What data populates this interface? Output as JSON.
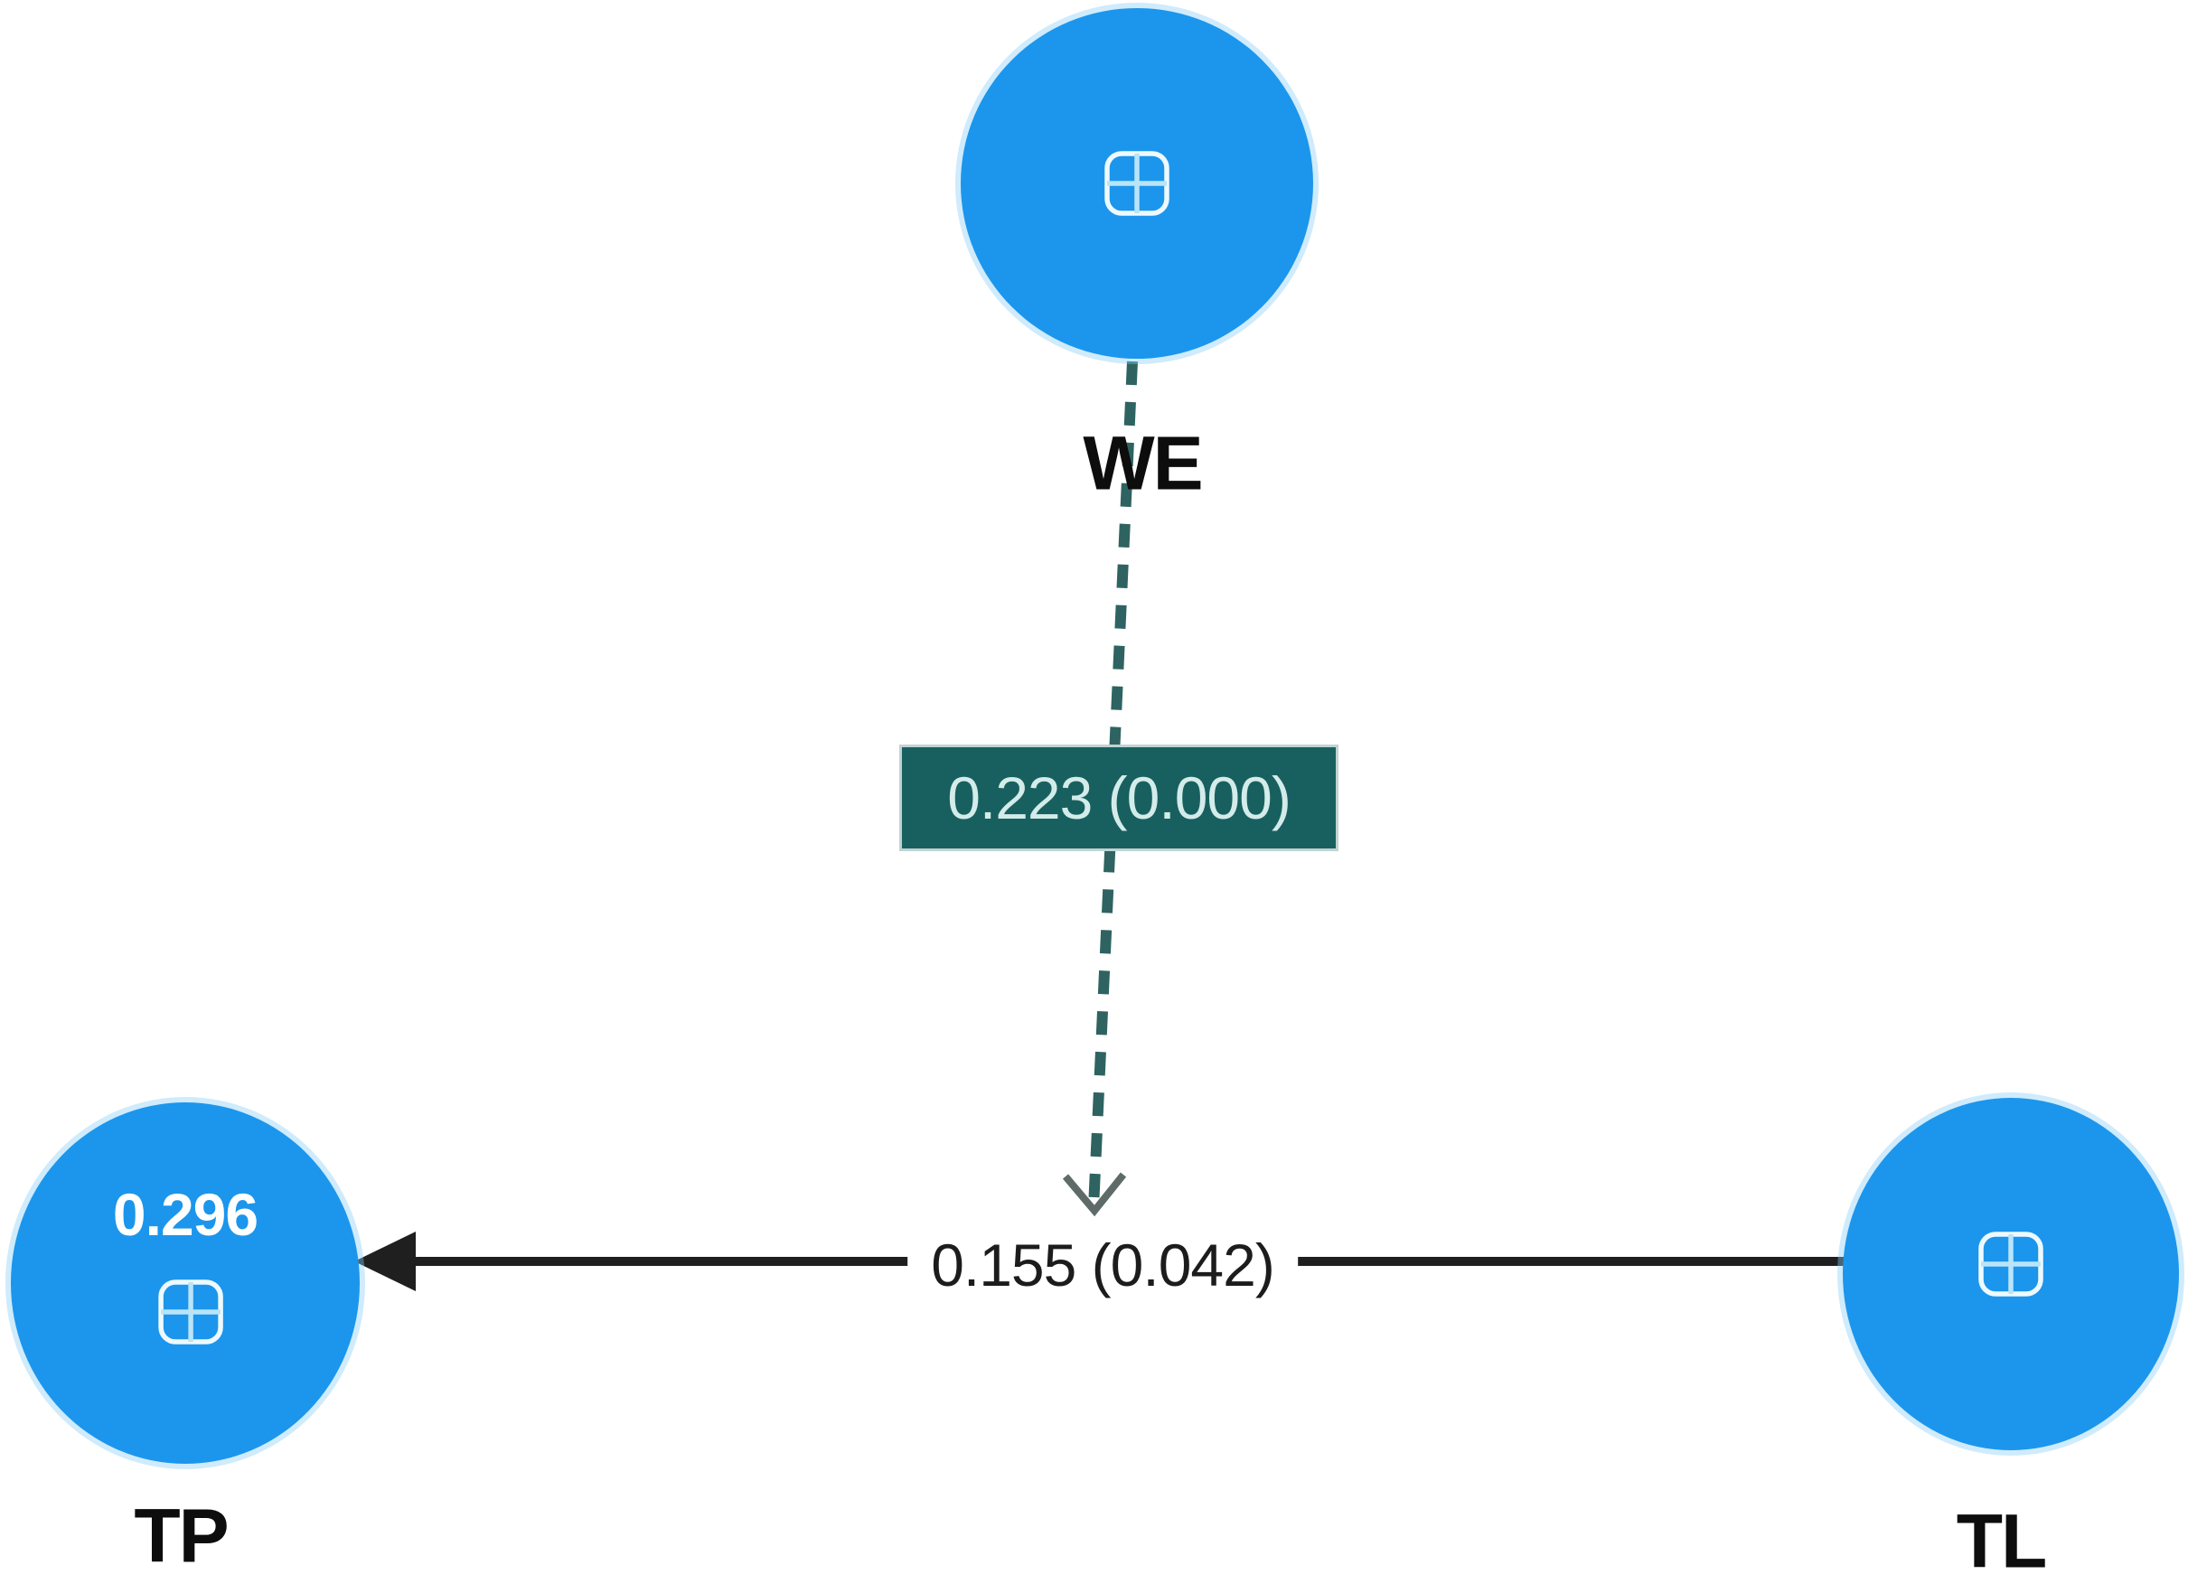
{
  "diagram": {
    "kind": "structural-model-path-diagram",
    "nodes": {
      "we": {
        "label": "WE",
        "icon": "expand-squared-plus"
      },
      "tp": {
        "label": "TP",
        "r_squared": "0.296",
        "icon": "expand-squared-plus"
      },
      "tl": {
        "label": "TL",
        "icon": "expand-squared-plus"
      }
    },
    "edges": {
      "tl_to_tp": {
        "from": "TL",
        "to": "TP",
        "label": "0.155 (0.042)",
        "style": "solid-arrow"
      },
      "we_moderation": {
        "from": "WE",
        "to": "TL-TP-path",
        "label": "0.223 (0.000)",
        "style": "dashed-arrow"
      }
    },
    "colors": {
      "node_fill": "#1b96ec",
      "edge_line": "#1f1f1f",
      "moderation_dash": "#2e6361",
      "moderation_box_bg": "#18605f",
      "moderation_box_text": "#d3ecea",
      "open_arrowhead": "#5e6b69",
      "r_squared_text": "#ffffff",
      "node_label_text": "#0d0d0d",
      "icon_outline": "#eef9ff",
      "icon_cross": "#b9e4f9"
    }
  }
}
